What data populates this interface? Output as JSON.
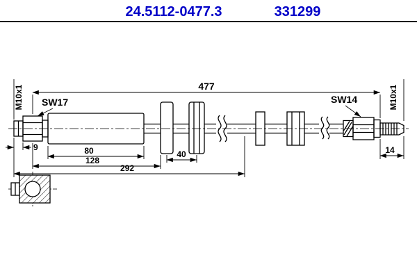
{
  "header": {
    "part_number": "24.5112-0477.3",
    "catalog_number": "331299",
    "accent_color": "#0000C8"
  },
  "drawing": {
    "labels": {
      "overall_length": "477",
      "left_hex_size": "SW17",
      "right_hex_size": "SW14",
      "left_thread": "M10x1",
      "right_thread": "M10x1"
    },
    "dimensions": {
      "left_thread_depth": "9",
      "sleeve_length": "80",
      "first_bracket_offset": "128",
      "fixed_section": "292",
      "bracket_gap": "40",
      "right_thread_length": "14"
    },
    "colors": {
      "line": "#000000",
      "background": "#FFFFFF"
    }
  }
}
